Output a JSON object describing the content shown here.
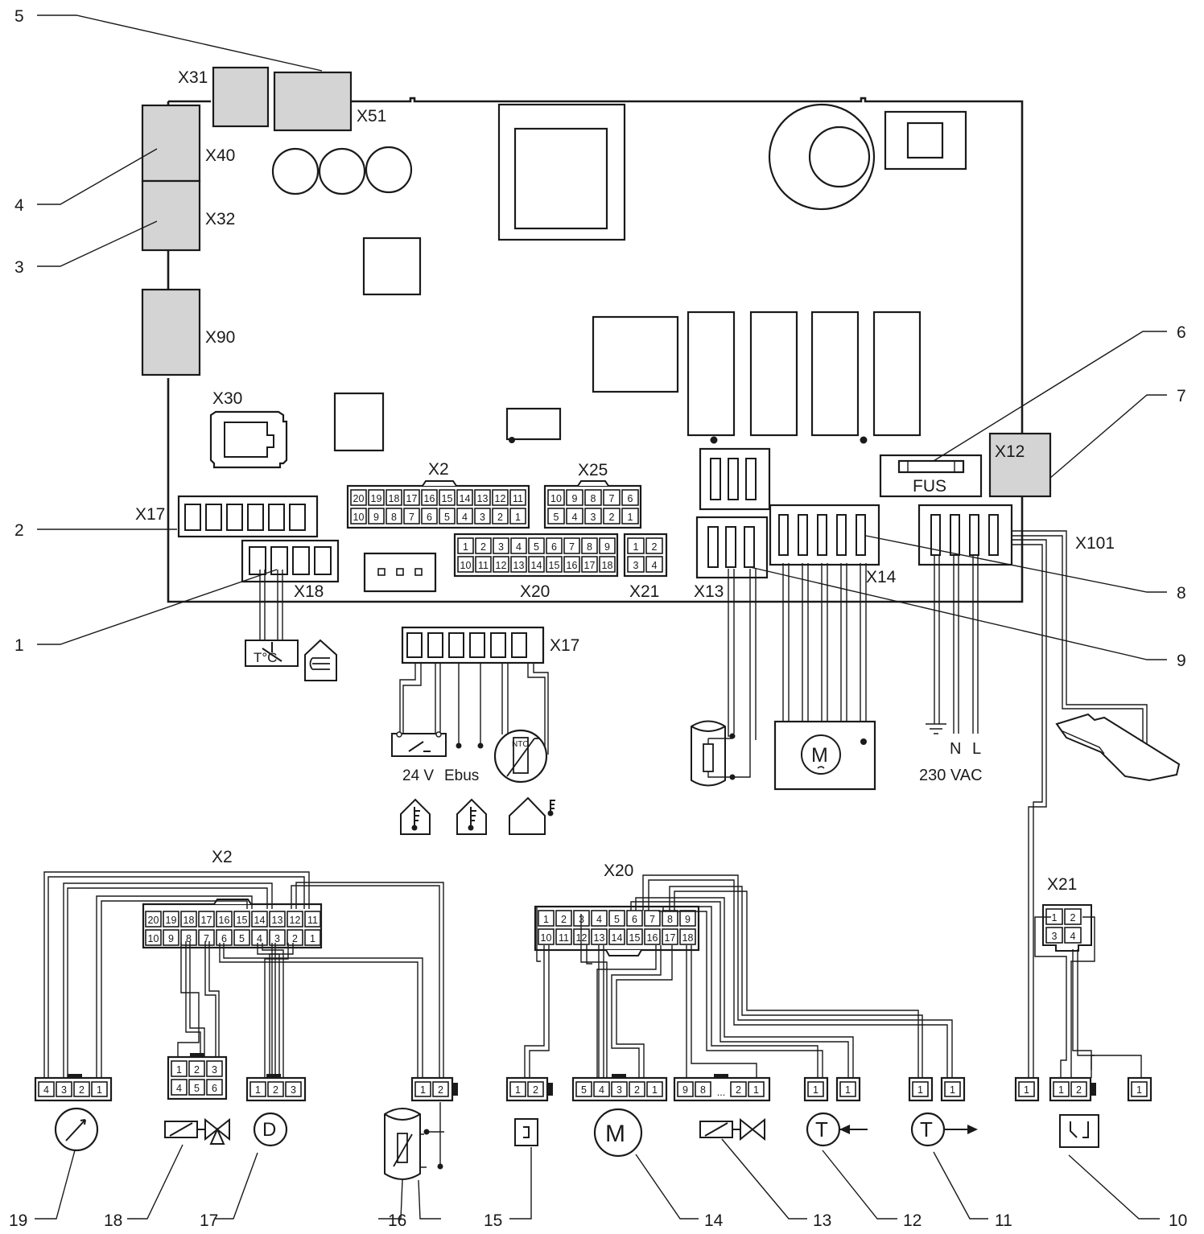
{
  "connectors": {
    "x31": "X31",
    "x51": "X51",
    "x40": "X40",
    "x32": "X32",
    "x90": "X90",
    "x30": "X30",
    "x17": "X17",
    "x18": "X18",
    "x2": "X2",
    "x25": "X25",
    "x20": "X20",
    "x21": "X21",
    "x13": "X13",
    "x14": "X14",
    "x12": "X12",
    "x101": "X101",
    "fus": "FUS"
  },
  "callouts": [
    "1",
    "2",
    "3",
    "4",
    "5",
    "6",
    "7",
    "8",
    "9",
    "10",
    "11",
    "12",
    "13",
    "14",
    "15",
    "16",
    "17",
    "18",
    "19"
  ],
  "symbols": {
    "t_celsius": "T°C",
    "v24": "24 V",
    "ebus": "Ebus",
    "ntc": "NTC",
    "n": "N",
    "l": "L",
    "vac": "230 VAC",
    "dots": "...",
    "motor": "M",
    "gauge": "D",
    "temp": "T"
  },
  "pins": {
    "x2_top": [
      "20",
      "19",
      "18",
      "17",
      "16",
      "15",
      "14",
      "13",
      "12",
      "11"
    ],
    "x2_bot": [
      "10",
      "9",
      "8",
      "7",
      "6",
      "5",
      "4",
      "3",
      "2",
      "1"
    ],
    "x25_top": [
      "10",
      "9",
      "8",
      "7",
      "6"
    ],
    "x25_bot": [
      "5",
      "4",
      "3",
      "2",
      "1"
    ],
    "x20_top": [
      "1",
      "2",
      "3",
      "4",
      "5",
      "6",
      "7",
      "8",
      "9"
    ],
    "x20_bot": [
      "10",
      "11",
      "12",
      "13",
      "14",
      "15",
      "16",
      "17",
      "18"
    ],
    "x21_top": [
      "1",
      "2"
    ],
    "x21_bot": [
      "3",
      "4"
    ],
    "p4321": [
      "4",
      "3",
      "2",
      "1"
    ],
    "p123": [
      "1",
      "2",
      "3"
    ],
    "p456": [
      "4",
      "5",
      "6"
    ],
    "p12": [
      "1",
      "2"
    ],
    "p54321": [
      "5",
      "4",
      "3",
      "2",
      "1"
    ],
    "p98": [
      "9",
      "8"
    ],
    "p21": [
      "2",
      "1"
    ],
    "p1": "1"
  }
}
